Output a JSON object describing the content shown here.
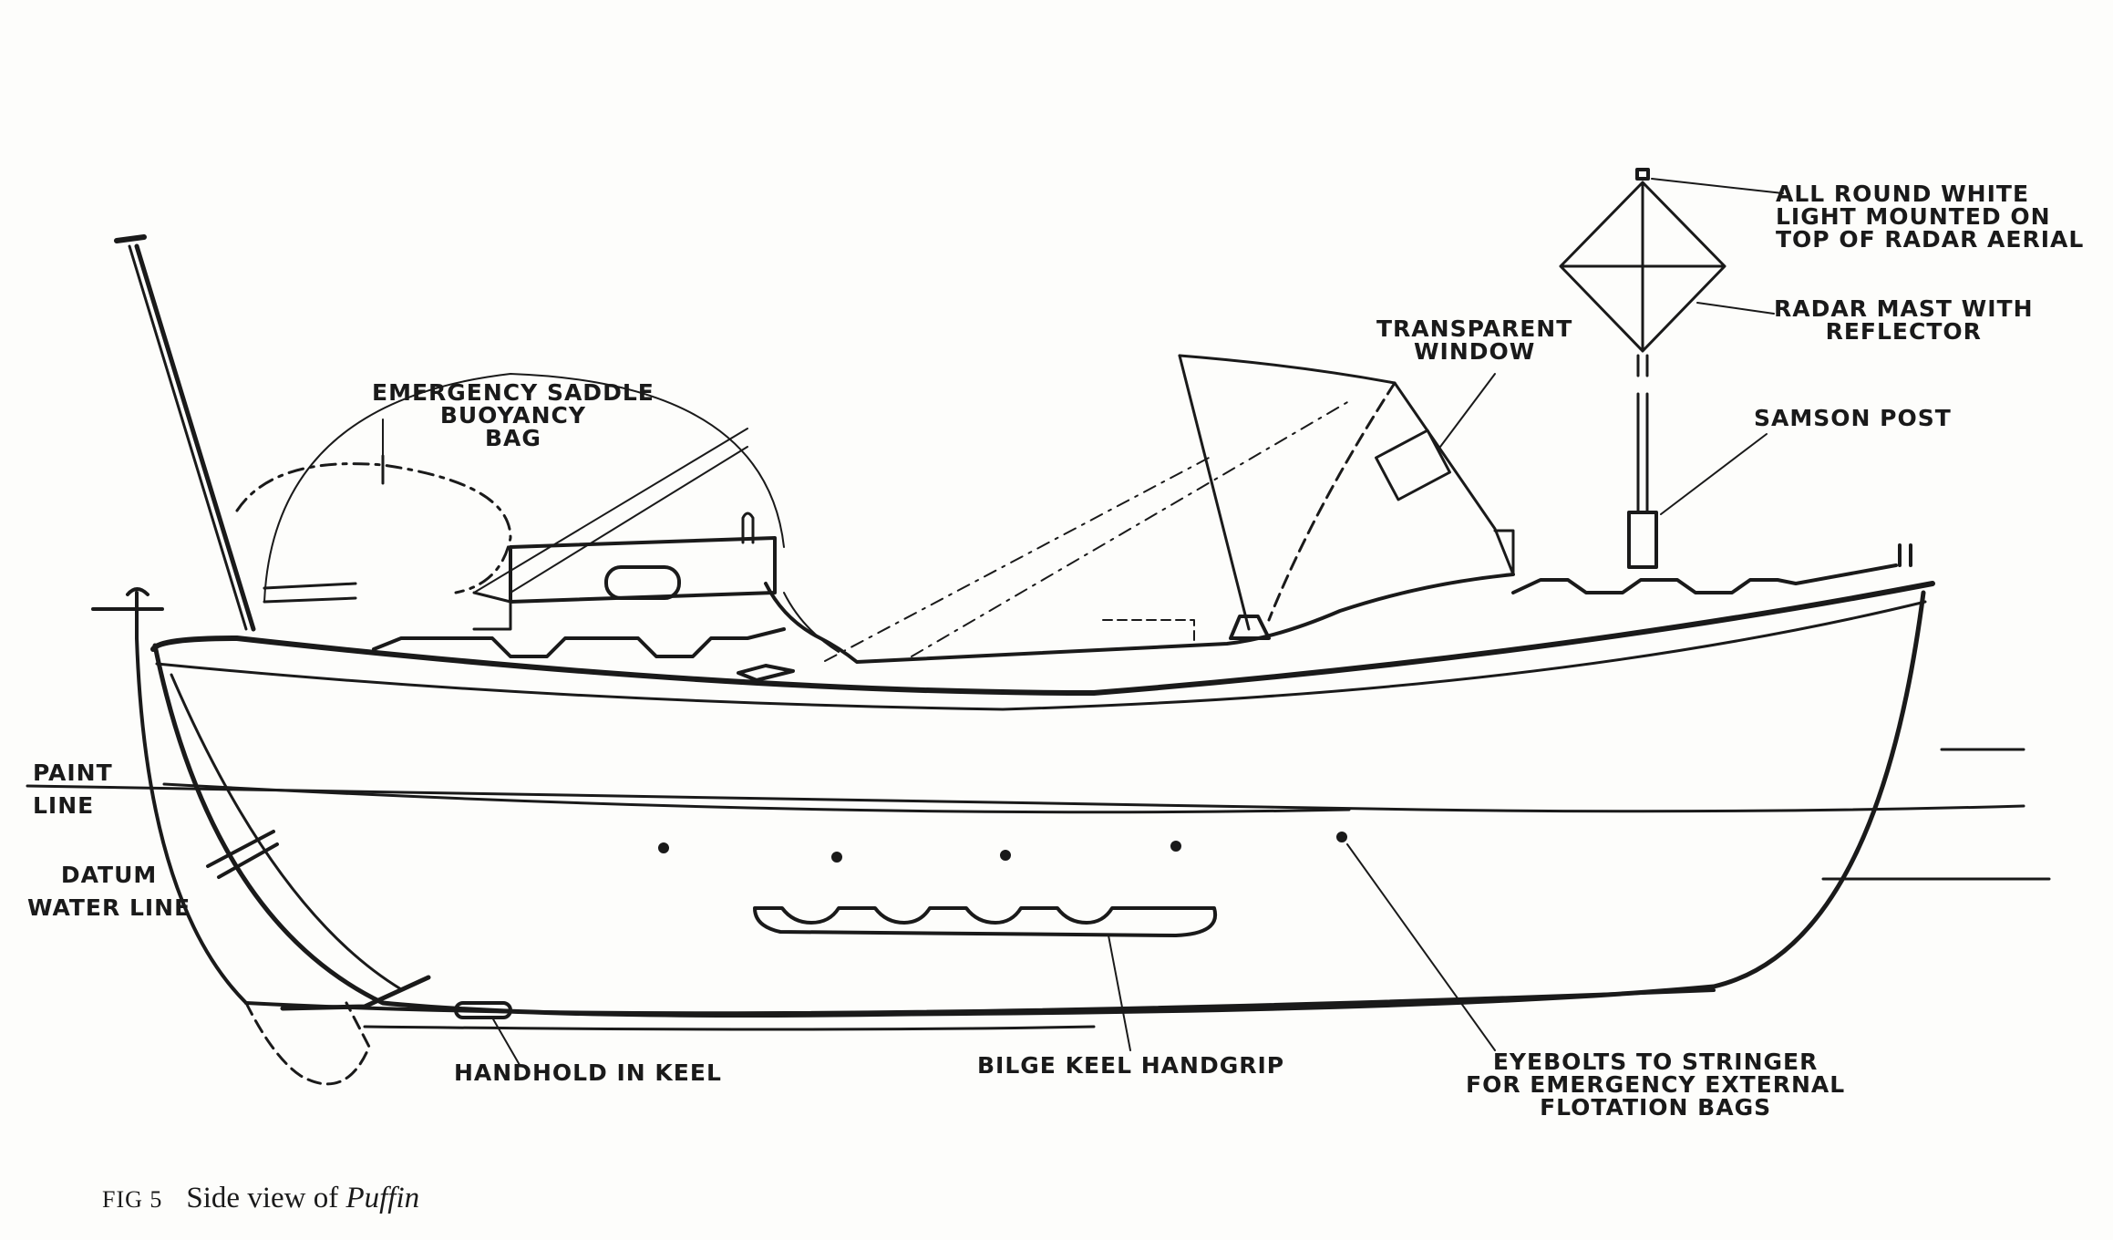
{
  "labels": {
    "light": [
      "ALL ROUND WHITE",
      "LIGHT MOUNTED ON",
      "TOP OF RADAR AERIAL"
    ],
    "radar": [
      "RADAR MAST WITH",
      "REFLECTOR"
    ],
    "window": [
      "TRANSPARENT",
      "WINDOW"
    ],
    "samson": [
      "SAMSON POST"
    ],
    "saddle": [
      "EMERGENCY SADDLE",
      "BUOYANCY",
      "BAG"
    ],
    "paint": [
      "PAINT",
      "LINE"
    ],
    "datum": [
      "DATUM",
      "WATER LINE"
    ],
    "handhold": [
      "HANDHOLD IN KEEL"
    ],
    "bilge": [
      "BILGE KEEL HANDGRIP"
    ],
    "eyebolts": [
      "EYEBOLTS TO STRINGER",
      "FOR EMERGENCY EXTERNAL",
      "FLOTATION BAGS"
    ]
  },
  "caption": {
    "fig": "FIG 5",
    "text": "Side view of ",
    "name": "Puffin"
  },
  "colors": {
    "ink": "#1a1a1a",
    "paper": "#fdfdfb"
  }
}
